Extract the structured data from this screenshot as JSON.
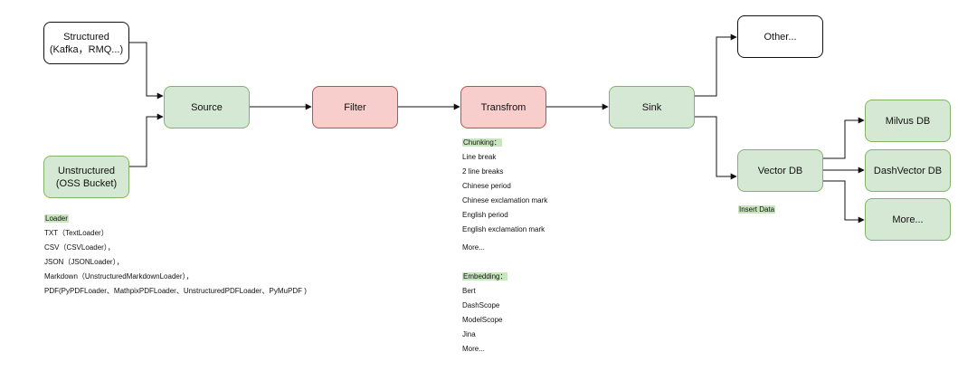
{
  "colors": {
    "green_fill": "#d5e8d4",
    "green_stroke": "#82b366",
    "red_fill": "#f8cecc",
    "red_stroke": "#b85450",
    "white_fill": "#ffffff",
    "dark_stroke": "#111111",
    "highlight": "#c9e7be"
  },
  "nodes": {
    "structured": "Structured\n(Kafka，RMQ...)",
    "unstructured": "Unstructured\n(OSS Bucket)",
    "source": "Source",
    "filter": "Filter",
    "transform": "Transfrom",
    "sink": "Sink",
    "other": "Other...",
    "vector_db": "Vector DB",
    "milvus": "Milvus DB",
    "dashvector": "DashVector DB",
    "more": "More..."
  },
  "loader": {
    "title": "Loader",
    "items": [
      "TXT（TextLoader）",
      "CSV（CSVLoader），",
      "JSON（JSONLoader），",
      "Markdown（UnstructuredMarkdownLoader），",
      "PDF(PyPDFLoader、MathpixPDFLoader、UnstructuredPDFLoader、PyMuPDF )"
    ]
  },
  "chunking": {
    "title": "Chunking：",
    "items": [
      "Line break",
      "2 line breaks",
      "Chinese period",
      "Chinese exclamation mark",
      "English period",
      "English exclamation mark"
    ],
    "more": "More..."
  },
  "embedding": {
    "title": "Embedding：",
    "items": [
      "Bert",
      "DashScope",
      "ModelScope",
      "Jina"
    ],
    "more": "More..."
  },
  "insert_data": "Insert Data"
}
